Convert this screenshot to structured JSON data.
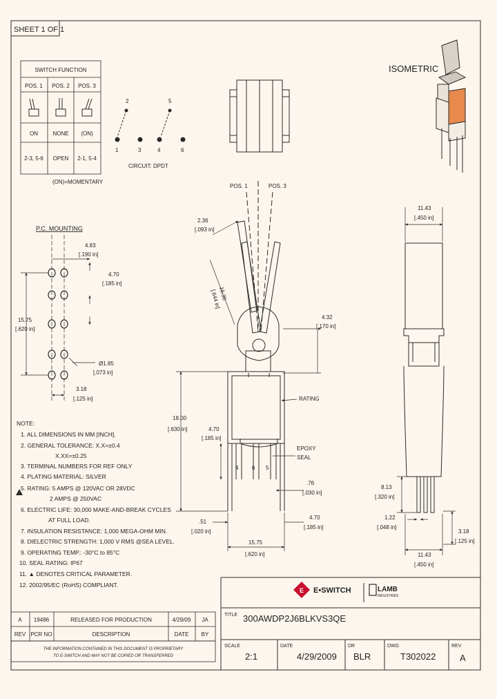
{
  "sheet_label": "SHEET 1 OF 1",
  "switch_function": {
    "title": "SWITCH FUNCTION",
    "headers": [
      "POS. 1",
      "POS. 2",
      "POS. 3"
    ],
    "states": [
      "ON",
      "NONE",
      "(ON)"
    ],
    "connections": [
      "2-3, 5-6",
      "OPEN",
      "2-1, 5-4"
    ],
    "footnote": "(ON)=MOMENTARY"
  },
  "circuit": {
    "terminals": [
      "1",
      "2",
      "3",
      "4",
      "5",
      "6"
    ],
    "caption": "CIRCUIT: DPDT"
  },
  "isometric_label": "ISOMETRIC",
  "pc_mounting": {
    "title": "P.C. MOUNTING",
    "dim_top": [
      "4.83",
      "[.190 in]"
    ],
    "dim_col": [
      "4.70",
      "[.185 in]"
    ],
    "dim_height": [
      "15.75",
      "[.620 in]"
    ],
    "dim_hole": [
      "Ø1.85",
      "[.073 in]"
    ],
    "dim_bottom": [
      "3.18",
      "[.125 in]"
    ]
  },
  "front_view": {
    "pos1": "POS. 1",
    "pos3": "POS. 3",
    "dim_tip": [
      "2.36",
      "[.093 in]"
    ],
    "dim_lever": [
      "16.36",
      "[.644 in]"
    ],
    "dim_right": [
      "4.32",
      "[.170 in]"
    ],
    "rating": "RATING",
    "epoxy_seal": [
      "EPOXY",
      "SEAL"
    ],
    "dim_height": [
      "18.00",
      "[.630 in]"
    ],
    "dim_inner": [
      "4.70",
      "[.185 in]"
    ],
    "terminal_labels": [
      "4",
      "6",
      "5"
    ],
    "dim_pin": [
      ".76",
      "[.030 in]"
    ],
    "dim_pin_width": [
      ".51",
      "[.020 in]"
    ],
    "dim_pitch": [
      "4.70",
      "[.185 in]"
    ],
    "dim_body_width": [
      "15.75",
      "[.620 in]"
    ]
  },
  "side_view": {
    "dim_top": [
      "11.43",
      "[.450 in]"
    ],
    "dim_pin_len": [
      "8.13",
      "[.320 in]"
    ],
    "dim_pin_gap": [
      "1.22",
      "[.048 in]"
    ],
    "dim_right": [
      "3.18",
      "[.125 in]"
    ],
    "dim_bottom": [
      "11.43",
      "[.450 in]"
    ]
  },
  "notes": {
    "title": "NOTE:",
    "lines": [
      "1. ALL DIMENSIONS IN MM [INCH].",
      "2. GENERAL TOLERANCE: X.X=±0.4",
      "X.XX=±0.25",
      "3. TERMINAL NUMBERS FOR REF ONLY",
      "4. PLATING MATERIAL: SILVER",
      "5. RATING: 5 AMPS @ 120VAC OR 28VDC",
      "2 AMPS @ 250VAC",
      "6. ELECTRIC LIFE: 30,000 MAKE-AND-BREAK CYCLES",
      "AT FULL LOAD.",
      "7. INSULATION RESISTANCE: 1,000 MEGA-OHM MIN.",
      "8. DIELECTRIC STRENGTH: 1,000 V RMS @SEA LEVEL.",
      "9. OPERATING TEMP.: -30°C to 85°C",
      "10. SEAL RATING: IP67",
      "11. ▲ DENOTES CRITICAL PARAMETER.",
      "12. 2002/95/EC (RoHS) COMPLIANT."
    ]
  },
  "logos": {
    "brand": "E•SWITCH",
    "lamb": "LAMB",
    "lamb_sub": "INDUSTRIES"
  },
  "revision_table": {
    "row": [
      "A",
      "19486",
      "RELEASED FOR PRODUCTION",
      "4/29/09",
      "JA"
    ],
    "headers": [
      "REV",
      "PCR NO",
      "DESCRIPTION",
      "DATE",
      "BY"
    ],
    "proprietary": [
      "THE INFORMATION CONTAINED IN THIS DOCUMENT IS PROPRIETARY",
      "TO E-SWITCH AND MAY NOT BE COPIED OR TRANSFERRED"
    ]
  },
  "title_block": {
    "title_label": "TITLE",
    "title": "300AWDP2J6BLKVS3QE",
    "scale_label": "SCALE",
    "scale": "2:1",
    "date_label": "DATE",
    "date": "4/29/2009",
    "dr_label": "DR",
    "dr": "BLR",
    "dwg_label": "DWG",
    "dwg": "T302022",
    "rev_label": "REV",
    "rev": "A"
  },
  "colors": {
    "background": "#fcf6ee",
    "line": "#2a2a2a",
    "accent_orange": "#e8894e",
    "brand_red": "#c8102e"
  }
}
